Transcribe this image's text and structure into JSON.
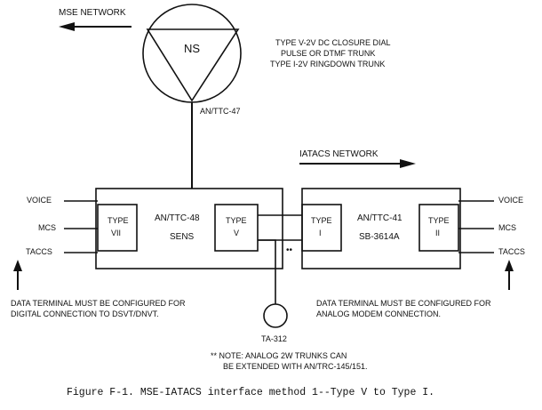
{
  "networks": {
    "mse": "MSE NETWORK",
    "iatacs": "IATACS NETWORK"
  },
  "ns_node": {
    "label": "NS",
    "designation": "AN/TTC-47"
  },
  "trunk_types": [
    "TYPE V-2V DC CLOSURE DIAL",
    "PULSE OR DTMF TRUNK",
    "TYPE I-2V RINGDOWN TRUNK"
  ],
  "left_switch": {
    "name": "AN/TTC-48",
    "subname": "SENS",
    "type_vii": {
      "title": "TYPE",
      "roman": "VII"
    },
    "type_v": {
      "title": "TYPE",
      "roman": "V"
    }
  },
  "right_switch": {
    "name": "AN/TTC-41",
    "subname": "SB-3614A",
    "type_i": {
      "title": "TYPE",
      "roman": "I"
    },
    "type_ii": {
      "title": "TYPE",
      "roman": "II"
    }
  },
  "left_inputs": [
    "VOICE",
    "MCS",
    "TACCS"
  ],
  "right_inputs": [
    "VOICE",
    "MCS",
    "TACCS"
  ],
  "ta_node": "TA-312",
  "double_star": "••",
  "left_note": [
    "DATA TERMINAL MUST BE CONFIGURED FOR",
    "DIGITAL CONNECTION TO DSVT/DNVT."
  ],
  "right_note": [
    "DATA TERMINAL MUST BE CONFIGURED FOR",
    "ANALOG MODEM CONNECTION."
  ],
  "footnote": [
    "** NOTE:  ANALOG 2W TRUNKS CAN",
    "BE EXTENDED WITH AN/TRC-145/151."
  ],
  "caption": "Figure F-1. MSE-IATACS interface method 1--Type V to Type I."
}
